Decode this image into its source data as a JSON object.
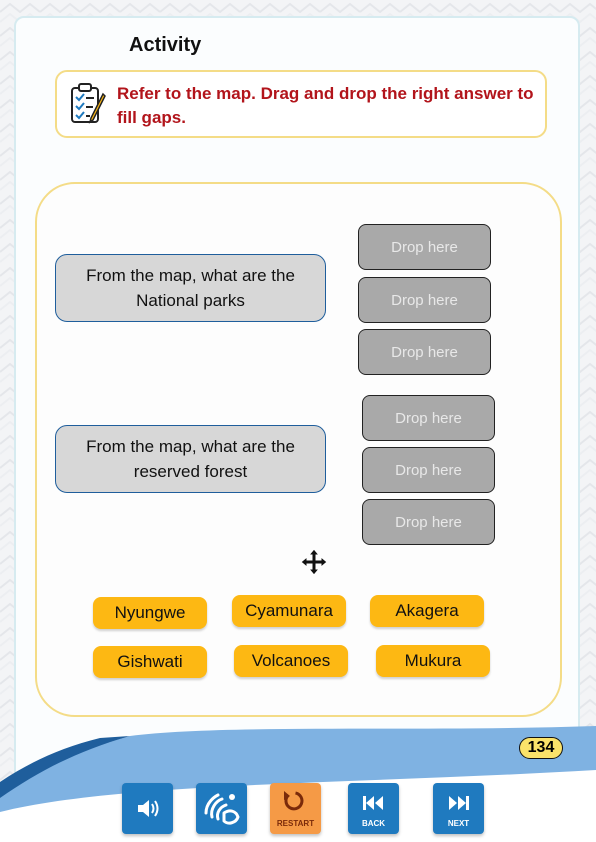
{
  "page": {
    "title": "Activity",
    "page_number": "134"
  },
  "instruction": {
    "text": "Refer to the map. Drag and drop the right answer to fill gaps.",
    "icon": "clipboard-checklist-icon"
  },
  "questions": [
    {
      "text_line1": "From the map, what are the",
      "text_line2": "National parks"
    },
    {
      "text_line1": "From the map, what are the",
      "text_line2": "reserved forest"
    }
  ],
  "drop_zones": [
    {
      "label": "Drop here"
    },
    {
      "label": "Drop here"
    },
    {
      "label": "Drop here"
    },
    {
      "label": "Drop here"
    },
    {
      "label": "Drop here"
    },
    {
      "label": "Drop here"
    }
  ],
  "answers": [
    "Nyungwe",
    "Cyamunara",
    "Akagera",
    "Gishwati",
    "Volcanoes",
    "Mukura"
  ],
  "controls": {
    "audio": {
      "icon": "speaker-icon"
    },
    "sign_language": {
      "icon": "sign-language-icon"
    },
    "restart": {
      "label": "RESTART",
      "icon": "restart-icon"
    },
    "back": {
      "label": "BACK",
      "icon": "back-icon"
    },
    "next": {
      "label": "NEXT",
      "icon": "next-icon"
    }
  },
  "colors": {
    "instruction_text": "#b2141b",
    "chip": "#fdb813",
    "drop_zone": "#a9a9a9",
    "question_box": "#d7d7d7",
    "nav_button": "#1f7abf",
    "restart_button": "#f59a46",
    "panel_border": "#f4dc87"
  }
}
